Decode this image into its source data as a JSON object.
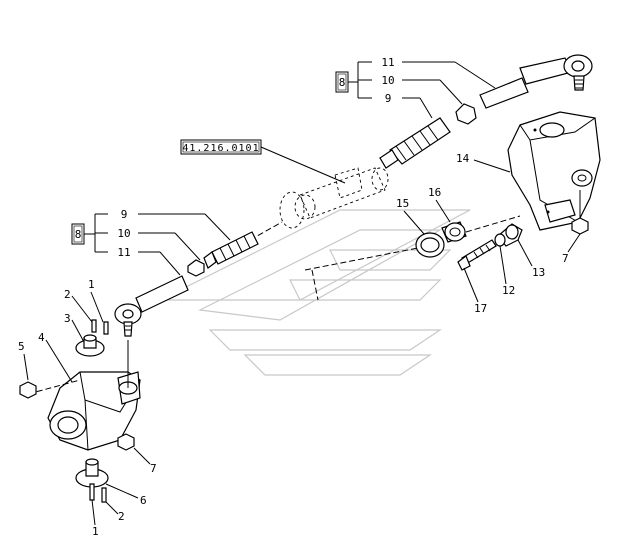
{
  "reference_code": "41.216.0101",
  "kit_label": "8",
  "kit_top": {
    "items": [
      "11",
      "10",
      "9"
    ]
  },
  "kit_left": {
    "items": [
      "9",
      "10",
      "11"
    ]
  },
  "callouts": {
    "c1_top": "1",
    "c2_top": "2",
    "c3": "3",
    "c4": "4",
    "c5": "5",
    "c7_left": "7",
    "c6": "6",
    "c2_bottom": "2",
    "c1_bottom": "1",
    "c14": "14",
    "c16": "16",
    "c15": "15",
    "c7_right": "7",
    "c13": "13",
    "c12": "12",
    "c17": "17"
  }
}
